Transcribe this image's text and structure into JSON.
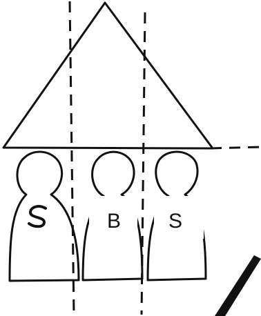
{
  "figures": [
    {
      "id": "left",
      "label": "S",
      "label_style": "handwritten"
    },
    {
      "id": "middle",
      "label": "B",
      "label_style": "typed"
    },
    {
      "id": "right",
      "label": "S",
      "label_style": "typed"
    }
  ]
}
